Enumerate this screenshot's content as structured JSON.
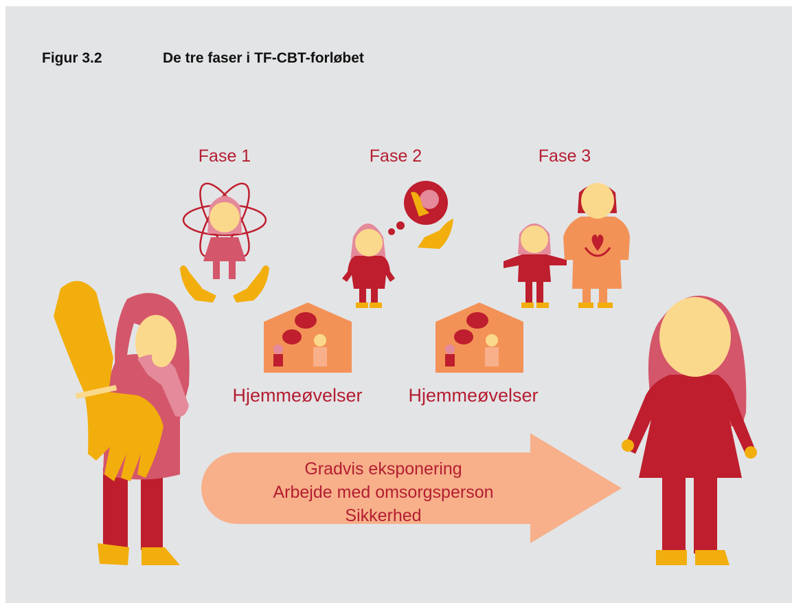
{
  "figure": {
    "label": "Figur 3.2",
    "title": "De tre faser i TF-CBT-forløbet"
  },
  "phases": [
    {
      "label": "Fase 1"
    },
    {
      "label": "Fase 2"
    },
    {
      "label": "Fase 3"
    }
  ],
  "homework": [
    {
      "label": "Hjemmeøvelser"
    },
    {
      "label": "Hjemmeøvelser"
    }
  ],
  "arrow": {
    "lines": [
      "Gradvis eksponering",
      "Arbejde med omsorgsperson",
      "Sikkerhed"
    ]
  },
  "colors": {
    "background": "#e3e4e6",
    "crimson": "#be1e2d",
    "rose": "#d4566a",
    "pink": "#e48a9a",
    "yellow": "#f2ae0c",
    "skin": "#fbd98c",
    "peach": "#f7b08a",
    "orange": "#f39257",
    "text_red": "#b41d31"
  }
}
